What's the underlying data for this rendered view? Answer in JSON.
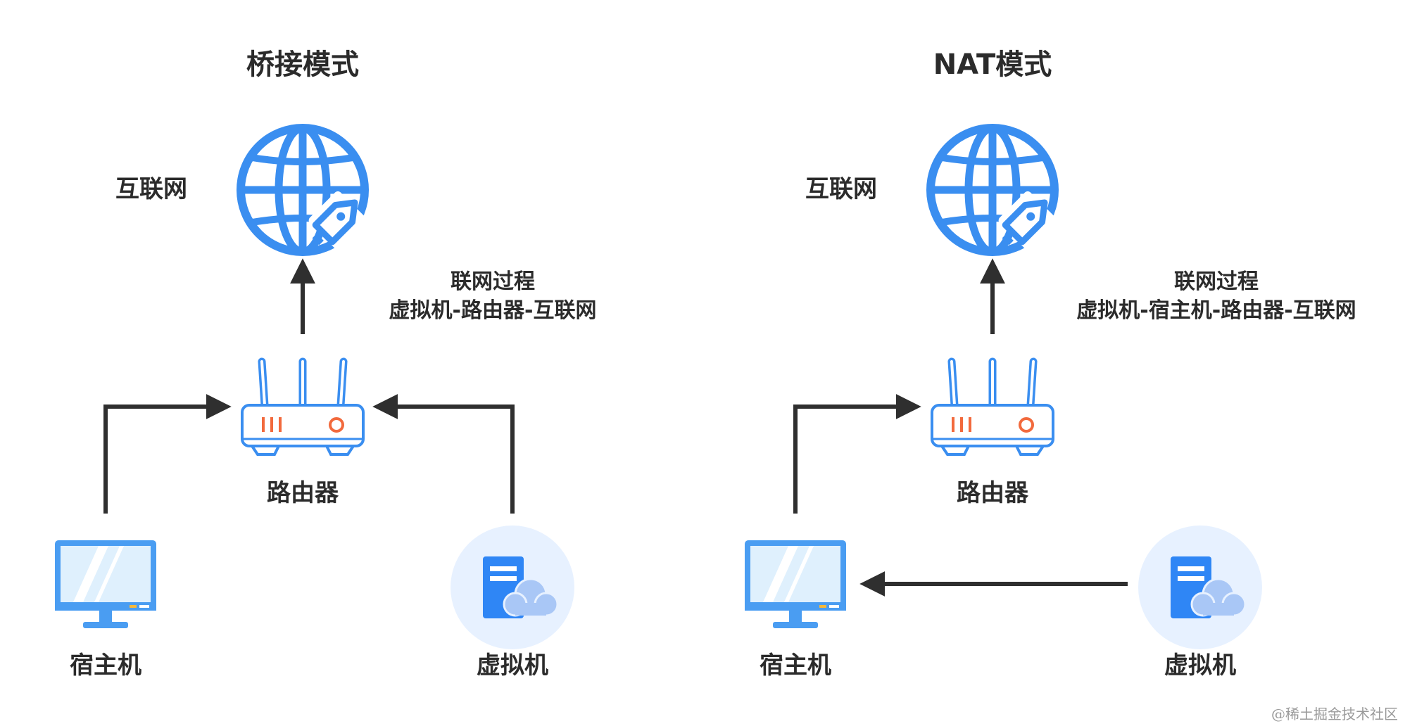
{
  "bridge": {
    "title": "桥接模式",
    "internet_label": "互联网",
    "router_label": "路由器",
    "host_label": "宿主机",
    "vm_label": "虚拟机",
    "note_line1": "联网过程",
    "note_line2": "虚拟机-路由器-互联网"
  },
  "nat": {
    "title": "NAT模式",
    "internet_label": "互联网",
    "router_label": "路由器",
    "host_label": "宿主机",
    "vm_label": "虚拟机",
    "note_line1": "联网过程",
    "note_line2": "虚拟机-宿主机-路由器-互联网"
  },
  "watermark": "@稀土掘金技术社区",
  "colors": {
    "globe": "#3a8ef0",
    "arrow": "#2f2f2f",
    "router_outline": "#3a8ef0",
    "router_accent": "#f26a3d",
    "monitor_frame": "#4a9df2",
    "monitor_screen": "#dff0fd",
    "vm_circle": "#e7f1ff",
    "vm_server": "#2f86f5",
    "vm_cloud": "#a9c7f6"
  },
  "icons": [
    "globe-icon",
    "router-icon",
    "monitor-icon",
    "cloud-server-icon"
  ]
}
